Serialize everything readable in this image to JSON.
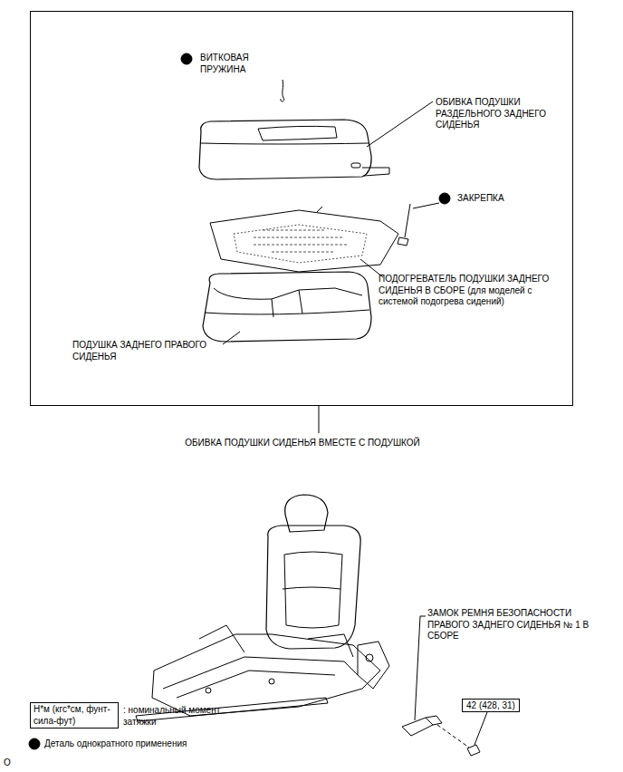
{
  "diagram": {
    "nodes": [
      {
        "text": [
          "ОБИВКА ПОДУШКИ СИДЕНЬЯ ВМЕСТЕ С ПОДУШКОЙ"
        ]
      },
      {
        "text": [
          "42 (428, 31)"
        ]
      }
    ],
    "labels": [
      "ВИТКОВАЯ ПРУЖИНА",
      "ОБИВКА ПОДУШКИ РАЗДЕЛЬНОГО ЗАДНЕГО СИДЕНЬЯ",
      "ЗАКРЕПКА",
      "ПОДОГРЕВАТЕЛЬ ПОДУШКИ ЗАДНЕГО СИДЕНЬЯ В СБОРЕ (для моделей с системой подогрева сидений)",
      "ПОДУШКА ЗАДНЕГО ПРАВОГО СИДЕНЬЯ",
      "ЗАМОК РЕМНЯ БЕЗОПАСНОСТИ ПРАВОГО ЗАДНЕГО СИДЕНЬЯ № 1 В СБОРЕ",
      "Н*м (кгс*см, фунт-сила-фут)",
      "O"
    ],
    "legend": [
      {
        "text": ": номинальный момент затяжки"
      },
      {
        "text": "Деталь однократного применения"
      }
    ]
  }
}
